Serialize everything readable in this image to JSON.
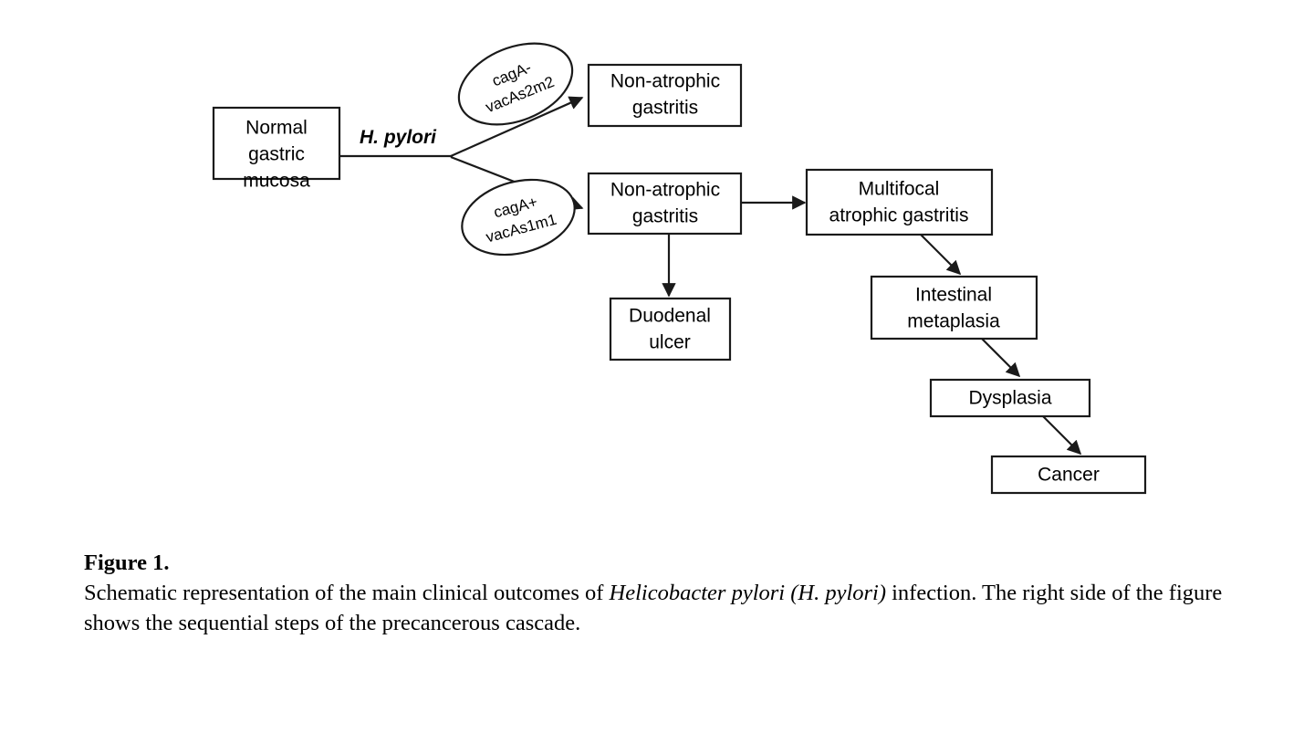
{
  "figure": {
    "caption_title": "Figure 1.",
    "caption_part1": "Schematic representation of the main clinical outcomes of ",
    "caption_italic": "Helicobacter pylori (H. pylori)",
    "caption_part2": " infection. The right side of the figure shows the sequential steps of the precancerous cascade."
  },
  "colors": {
    "background": "#ffffff",
    "stroke": "#1a1a1a",
    "text": "#000000"
  },
  "diagram": {
    "type": "flowchart",
    "nodes": [
      {
        "id": "normal-gastric-mucosa",
        "shape": "rect",
        "line1": "Normal",
        "line2": "gastric",
        "line3": "mucosa"
      },
      {
        "id": "non-atrophic-gastritis-top",
        "shape": "rect",
        "line1": "Non-atrophic",
        "line2": "gastritis"
      },
      {
        "id": "non-atrophic-gastritis-bottom",
        "shape": "rect",
        "line1": "Non-atrophic",
        "line2": "gastritis"
      },
      {
        "id": "multifocal-atrophic-gastritis",
        "shape": "rect",
        "line1": "Multifocal",
        "line2": "atrophic gastritis"
      },
      {
        "id": "duodenal-ulcer",
        "shape": "rect",
        "line1": "Duodenal",
        "line2": "ulcer"
      },
      {
        "id": "intestinal-metaplasia",
        "shape": "rect",
        "line1": "Intestinal",
        "line2": "metaplasia"
      },
      {
        "id": "dysplasia",
        "shape": "rect",
        "line1": "Dysplasia"
      },
      {
        "id": "cancer",
        "shape": "rect",
        "line1": "Cancer"
      },
      {
        "id": "strain-cagA-negative",
        "shape": "ellipse",
        "line1": "cagA-",
        "line2": "vacAs2m2"
      },
      {
        "id": "strain-cagA-positive",
        "shape": "ellipse",
        "line1": "cagA+",
        "line2": "vacAs1m1"
      }
    ],
    "edge_label_hpylori": "H. pylori",
    "edges": [
      {
        "from": "normal-gastric-mucosa",
        "to": "branch-point",
        "label": "H. pylori"
      },
      {
        "from": "branch-point",
        "to": "non-atrophic-gastritis-top",
        "label": "cagA- vacAs2m2"
      },
      {
        "from": "branch-point",
        "to": "non-atrophic-gastritis-bottom",
        "label": "cagA+ vacAs1m1"
      },
      {
        "from": "non-atrophic-gastritis-bottom",
        "to": "multifocal-atrophic-gastritis",
        "label": ""
      },
      {
        "from": "non-atrophic-gastritis-bottom",
        "to": "duodenal-ulcer",
        "label": ""
      },
      {
        "from": "multifocal-atrophic-gastritis",
        "to": "intestinal-metaplasia",
        "label": ""
      },
      {
        "from": "intestinal-metaplasia",
        "to": "dysplasia",
        "label": ""
      },
      {
        "from": "dysplasia",
        "to": "cancer",
        "label": ""
      }
    ]
  }
}
